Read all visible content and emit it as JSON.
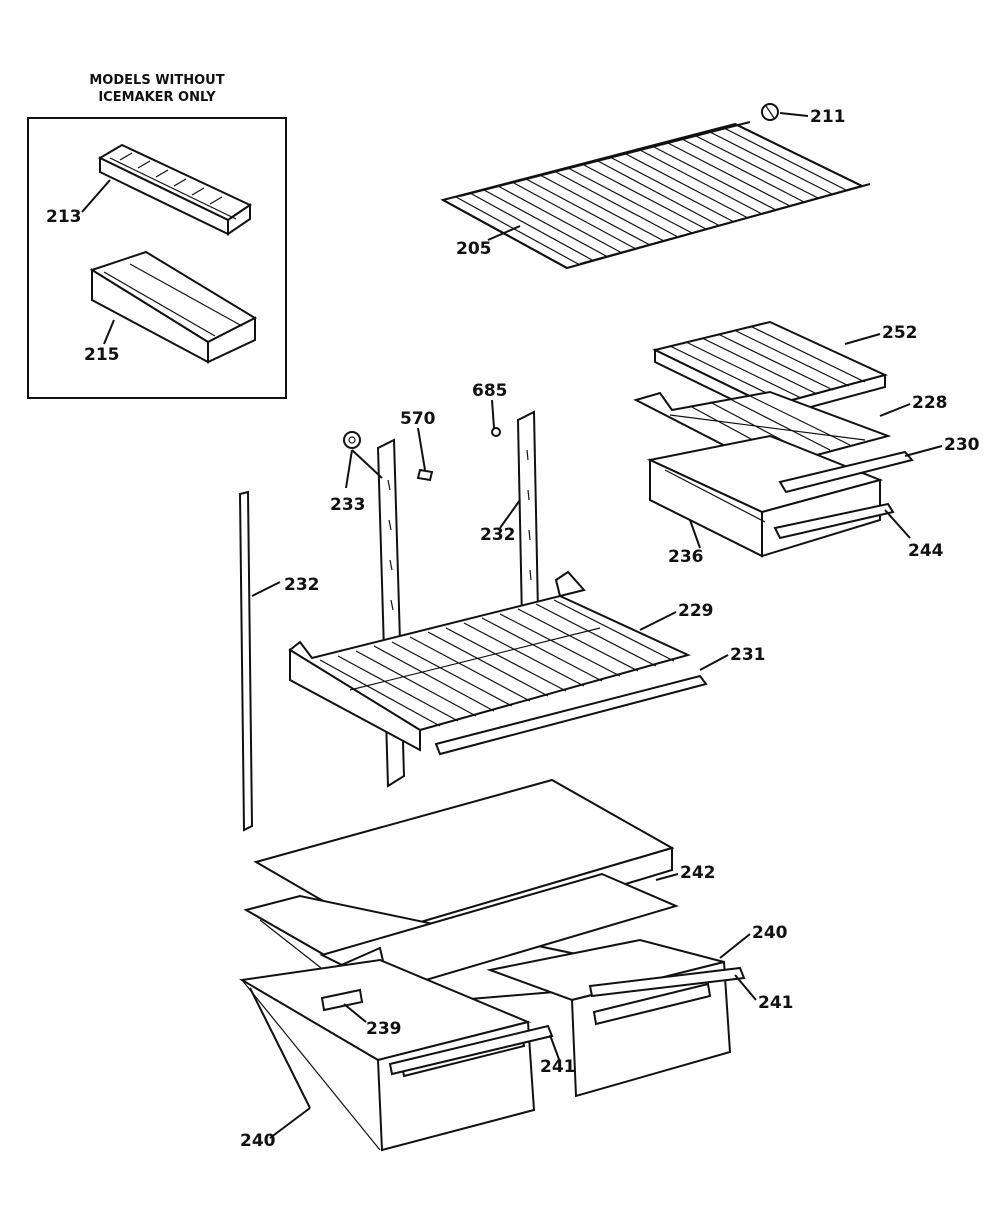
{
  "inset": {
    "header_line1": "MODELS WITHOUT",
    "header_line2": "ICEMAKER ONLY"
  },
  "callouts": {
    "c205": "205",
    "c211": "211",
    "c213": "213",
    "c215": "215",
    "c228": "228",
    "c229": "229",
    "c230": "230",
    "c231": "231",
    "c232a": "232",
    "c232b": "232",
    "c233": "233",
    "c236": "236",
    "c239": "239",
    "c240a": "240",
    "c240b": "240",
    "c241a": "241",
    "c241b": "241",
    "c242": "242",
    "c244": "244",
    "c252": "252",
    "c570": "570",
    "c685": "685"
  },
  "colors": {
    "ink": "#111111",
    "paper": "#ffffff"
  }
}
